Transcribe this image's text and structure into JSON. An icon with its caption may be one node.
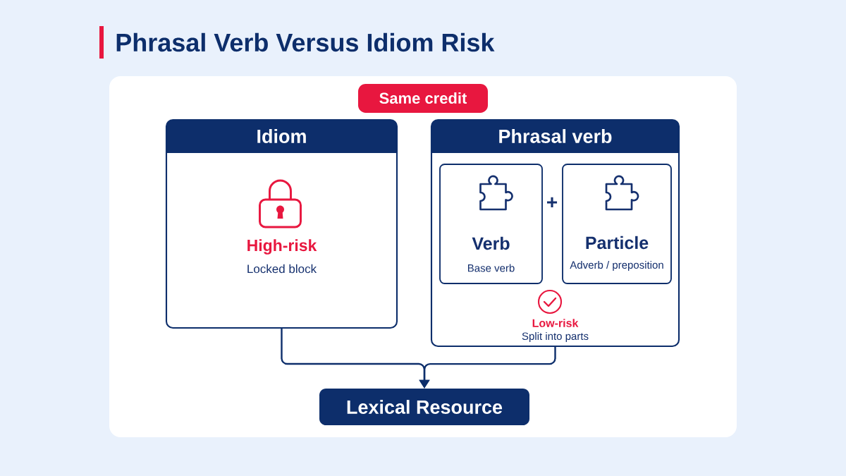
{
  "diagram": {
    "title": "Phrasal Verb Versus Idiom Risk",
    "nodes": [
      {
        "text": [
          "Same credit"
        ]
      },
      {
        "text": [
          "Idiom",
          "High-risk",
          "Locked block"
        ]
      },
      {
        "text": [
          "Phrasal verb",
          "Low-risk",
          "Split into parts"
        ]
      },
      {
        "text": [
          "Verb",
          "Base verb"
        ],
        "in": 2
      },
      {
        "text": [
          "Particle",
          "Adverb / preposition"
        ],
        "in": 2
      },
      {
        "text": [
          "Lexical Resource"
        ]
      }
    ],
    "edges": [
      {
        "from": 1,
        "to": 5,
        "arrow": "to"
      },
      {
        "from": 2,
        "to": 5,
        "arrow": "to"
      }
    ],
    "labels": [
      "+"
    ]
  }
}
